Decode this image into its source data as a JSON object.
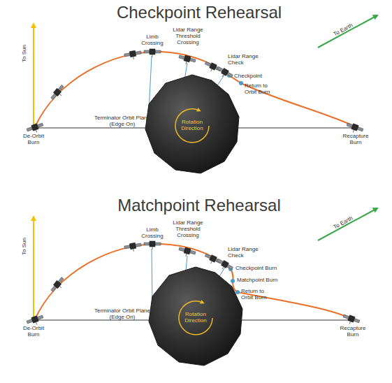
{
  "diagram": {
    "nodes": [
      {
        "text": [
          "Rotation Direction"
        ]
      },
      {
        "text": [
          "Rotation Direction"
        ]
      }
    ],
    "labels": [
      "Checkpoint Rehearsal",
      "To Sun",
      "Limb Crossing",
      "Lidar Range Threshold Crossing",
      "Lidar Range Check",
      "Checkpoint",
      "Return to Orbit Burn",
      "To Earth",
      "Terminator Orbit Plane (Edge On)",
      "De-Orbit Burn",
      "Recapture Burn",
      "Matchpoint Rehearsal",
      "To Sun",
      "Limb Crossing",
      "Lidar Range Threshold Crossing",
      "Lidar Range Check",
      "Checkpoint Burn",
      "Matchpoint Burn",
      "Return to Orbit Burn",
      "To Earth",
      "Terminator Orbit Plane (Edge On)",
      "De-Orbit Burn",
      "Recapture Burn"
    ]
  }
}
